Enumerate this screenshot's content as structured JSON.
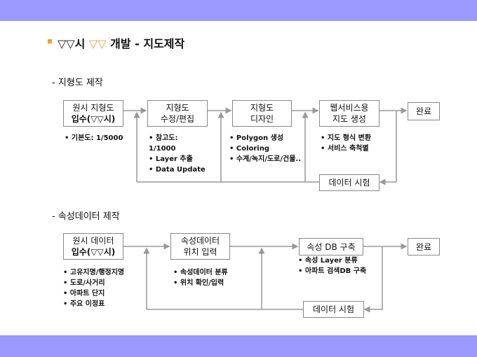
{
  "title": {
    "prefix": "▽▽시",
    "highlight": "▽▽",
    "suffix": "개발 - 지도제작"
  },
  "colors": {
    "band": "#9999ff",
    "accent": "#f0a030"
  },
  "section1": {
    "heading": "- 지형도 제작",
    "boxes": [
      [
        "원시 지형도",
        "입수(▽▽시)"
      ],
      [
        "지형도",
        "수정/편집"
      ],
      [
        "지형도",
        "디자인"
      ],
      [
        "웹서비스용",
        "지도 생성"
      ],
      [
        "완료"
      ]
    ],
    "bullets": [
      [
        "• 기본도: 1/5000"
      ],
      [
        "• 참고도:",
        "1/1000",
        "• Layer 추출",
        "• Data Update"
      ],
      [
        "• Polygon 생성",
        "• Coloring",
        "• 수계/녹지/도로/건물.."
      ],
      [
        "• 지도 형식 변환",
        "• 서비스 축척별"
      ]
    ],
    "test": "데이터 시험"
  },
  "section2": {
    "heading": "- 속성데이터 제작",
    "boxes": [
      [
        "원시 데이터",
        "입수(▽▽시)"
      ],
      [
        "속성데이터",
        "위치 입력"
      ],
      [
        "속성 DB 구축"
      ],
      [
        "완료"
      ]
    ],
    "bullets": [
      [
        "• 고유지명/행정지명",
        "• 도로/사거리",
        "• 아파트 단지",
        "• 주요 이정표"
      ],
      [
        "• 속성데이터 분류",
        "• 위치 확인/입력"
      ],
      [
        "• 속성 Layer 분류",
        "• 아파트 검색DB 구축"
      ]
    ],
    "test": "데이터 시험"
  }
}
